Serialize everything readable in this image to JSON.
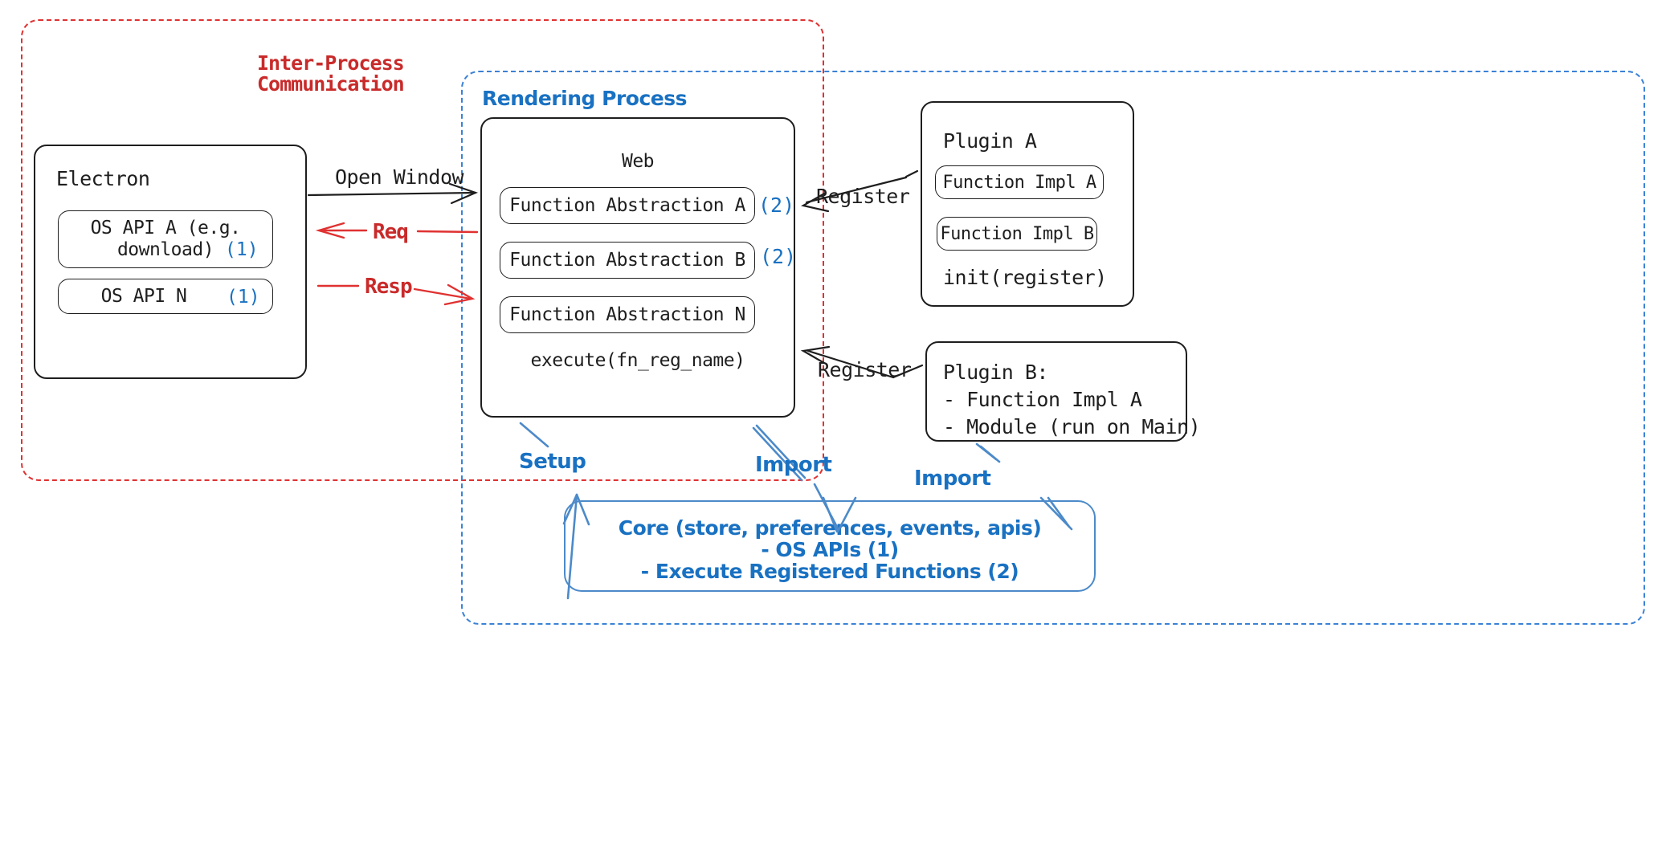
{
  "diagram": {
    "title": "Electron plugin architecture",
    "colors": {
      "ink": "#1e1e1e",
      "red": "#e03131",
      "red_text": "#c92a2a",
      "blue": "#1971c2",
      "blue_dash": "#3b82d6",
      "core_blue": "#4c8ac9"
    },
    "groups": {
      "ipc": {
        "label_line1": "Inter-Process",
        "label_line2": "Communication"
      },
      "rendering": {
        "label": "Rendering Process"
      }
    },
    "electron": {
      "title": "Electron",
      "apis": [
        {
          "line1": "OS API A (e.g.",
          "line2": "download)",
          "badge": "(1)"
        },
        {
          "line1": "OS API N",
          "line2": "",
          "badge": "(1)"
        }
      ]
    },
    "web": {
      "title": "Web",
      "abstractions": [
        {
          "label": "Function Abstraction A",
          "badge": "(2)"
        },
        {
          "label": "Function Abstraction B",
          "badge": "(2)"
        },
        {
          "label": "Function Abstraction N",
          "badge": ""
        }
      ],
      "footer": "execute(fn_reg_name)"
    },
    "plugin_a": {
      "title": "Plugin A",
      "impls": [
        "Function Impl A",
        "Function Impl B"
      ],
      "footer": "init(register)"
    },
    "plugin_b": {
      "title": "Plugin B:",
      "lines": [
        "- Function Impl A",
        "- Module (run on Main)"
      ]
    },
    "core": {
      "line1": "Core (store, preferences, events, apis)",
      "line2": "- OS APIs (1)",
      "line3": "- Execute Registered Functions (2)"
    },
    "arrows": {
      "open_window": "Open Window",
      "req": "Req",
      "resp": "Resp",
      "register_top": "Register",
      "register_bottom": "Register",
      "setup": "Setup",
      "import_mid": "Import",
      "import_right": "Import"
    }
  }
}
